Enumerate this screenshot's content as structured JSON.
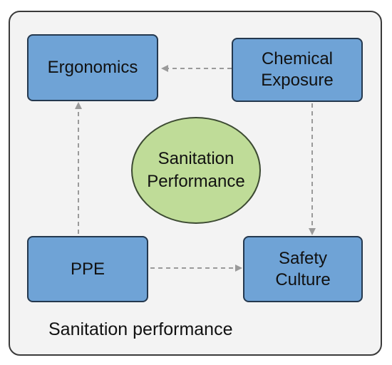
{
  "diagram": {
    "center": "Sanitation\nPerformance",
    "nodes": {
      "ergonomics": "Ergonomics",
      "chemical_exposure": "Chemical\nExposure",
      "ppe": "PPE",
      "safety_culture": "Safety\nCulture"
    },
    "caption": "Sanitation performance"
  },
  "colors": {
    "box_fill": "#6fa3d6",
    "box_border": "#24384e",
    "circle_fill": "#bfdc98",
    "arrow": "#9a9a9a",
    "frame_fill": "#f3f3f3"
  }
}
